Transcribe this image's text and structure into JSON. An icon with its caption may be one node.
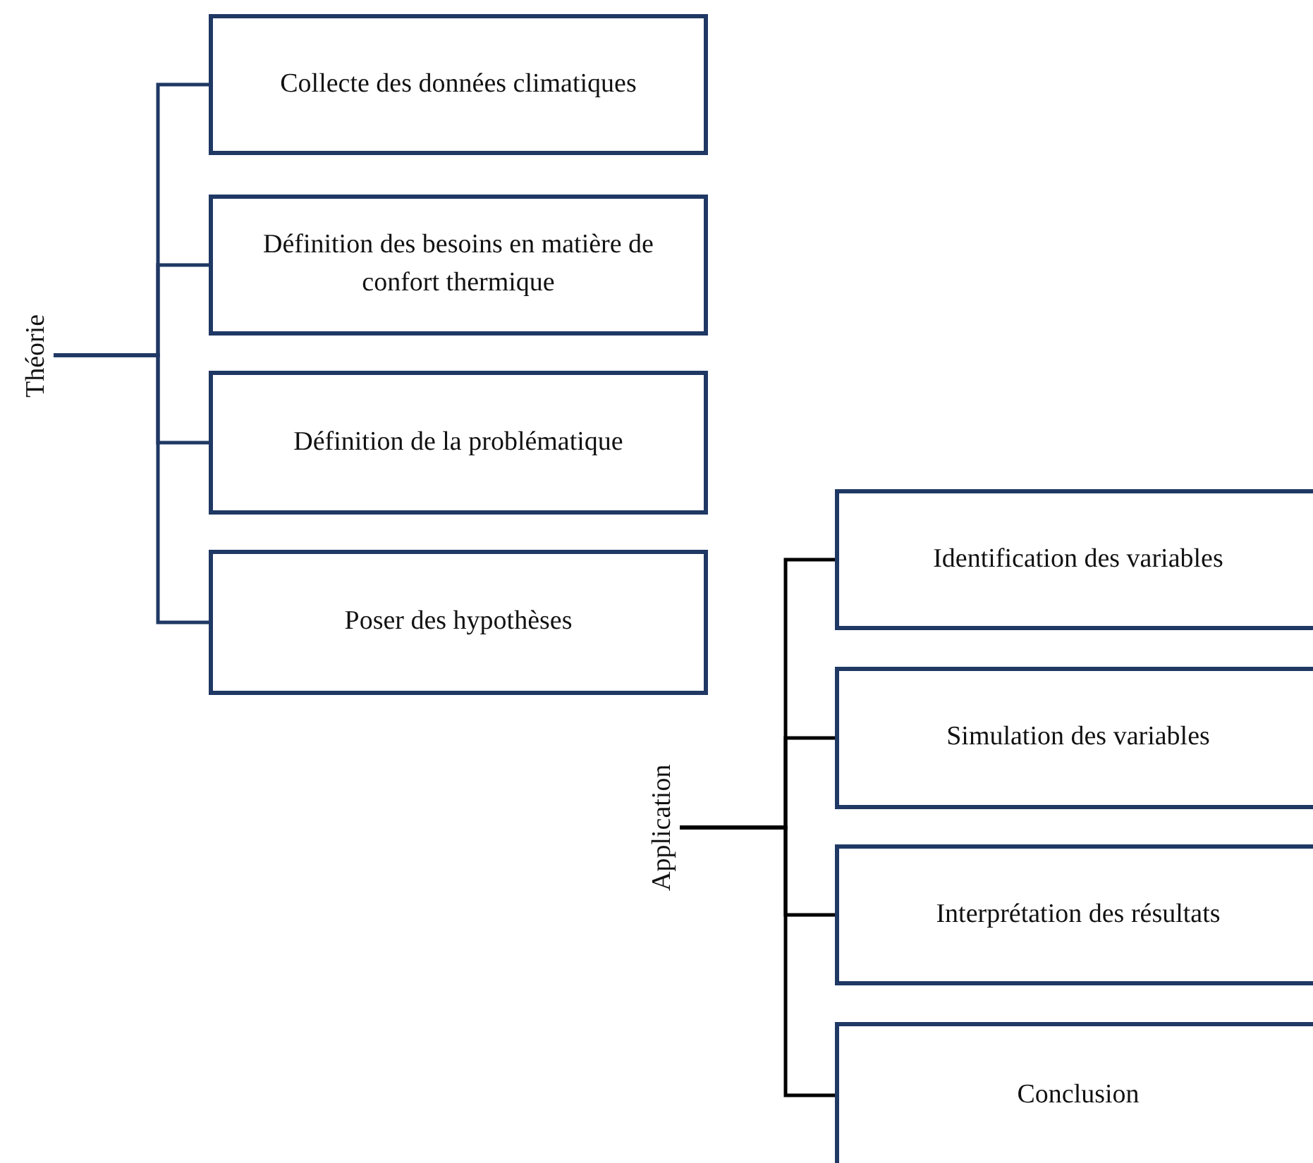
{
  "diagram": {
    "nodes": [
      {
        "text": [
          "Théorie"
        ]
      },
      {
        "text": [
          "Collecte des données climatiques"
        ]
      },
      {
        "text": [
          "Définition des besoins en matière de confort thermique"
        ]
      },
      {
        "text": [
          "Définition de la problématique"
        ]
      },
      {
        "text": [
          "Poser des hypothèses"
        ]
      },
      {
        "text": [
          "Application"
        ]
      },
      {
        "text": [
          "Identification des variables"
        ]
      },
      {
        "text": [
          "Simulation des variables"
        ]
      },
      {
        "text": [
          "Interprétation des résultats"
        ]
      },
      {
        "text": [
          "Conclusion"
        ]
      }
    ],
    "edges": [
      {
        "from": 0,
        "to": 1,
        "arrow": "none"
      },
      {
        "from": 0,
        "to": 2,
        "arrow": "none"
      },
      {
        "from": 0,
        "to": 3,
        "arrow": "none"
      },
      {
        "from": 0,
        "to": 4,
        "arrow": "none"
      },
      {
        "from": 5,
        "to": 6,
        "arrow": "none",
        "color": "#000000"
      },
      {
        "from": 5,
        "to": 7,
        "arrow": "none",
        "color": "#000000"
      },
      {
        "from": 5,
        "to": 8,
        "arrow": "none",
        "color": "#000000"
      },
      {
        "from": 5,
        "to": 9,
        "arrow": "none",
        "color": "#000000"
      }
    ]
  }
}
